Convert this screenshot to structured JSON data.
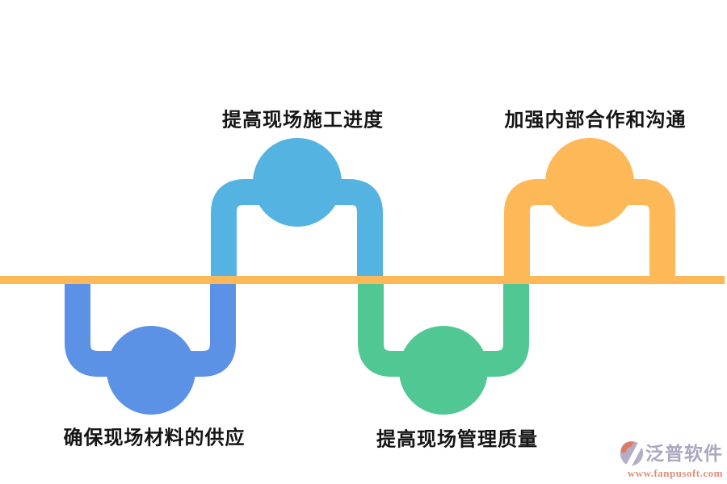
{
  "diagram": {
    "type": "wave-timeline",
    "baseline_color": "#FDB857",
    "text_color": "#151515",
    "nodes": [
      {
        "label": "确保现场材料的供应",
        "position": "bottom",
        "color": "#5B92E5"
      },
      {
        "label": "提高现场施工进度",
        "position": "top",
        "color": "#55B3E2"
      },
      {
        "label": "提高现场管理质量",
        "position": "bottom",
        "color": "#51C793"
      },
      {
        "label": "加强内部合作和沟通",
        "position": "top",
        "color": "#FDB857"
      }
    ]
  },
  "watermark": {
    "brand": "泛普软件",
    "url": "www.fanpusoft.com",
    "brand_color": "#ABA6C0",
    "url_color": "#DF8F7B",
    "icon_gray": "#B3AEC3",
    "icon_coral": "#E0795F"
  }
}
